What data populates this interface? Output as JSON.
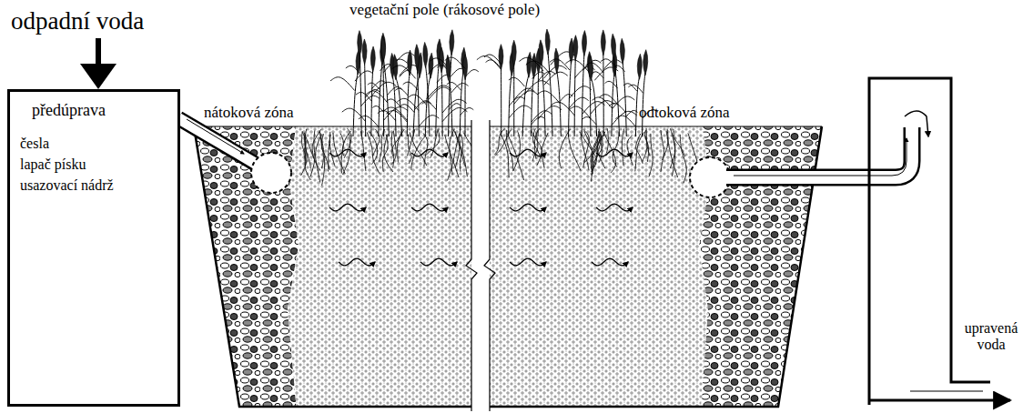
{
  "diagram": {
    "nodes": [
      {
        "text": [
          "předúprava",
          "česla",
          "lapač písku",
          "usazovací nádrž"
        ]
      }
    ],
    "labels": [
      "odpadní voda",
      "vegetační pole (rákosové pole)",
      "nátoková zóna",
      "odtoková zóna",
      "upravená voda"
    ]
  }
}
